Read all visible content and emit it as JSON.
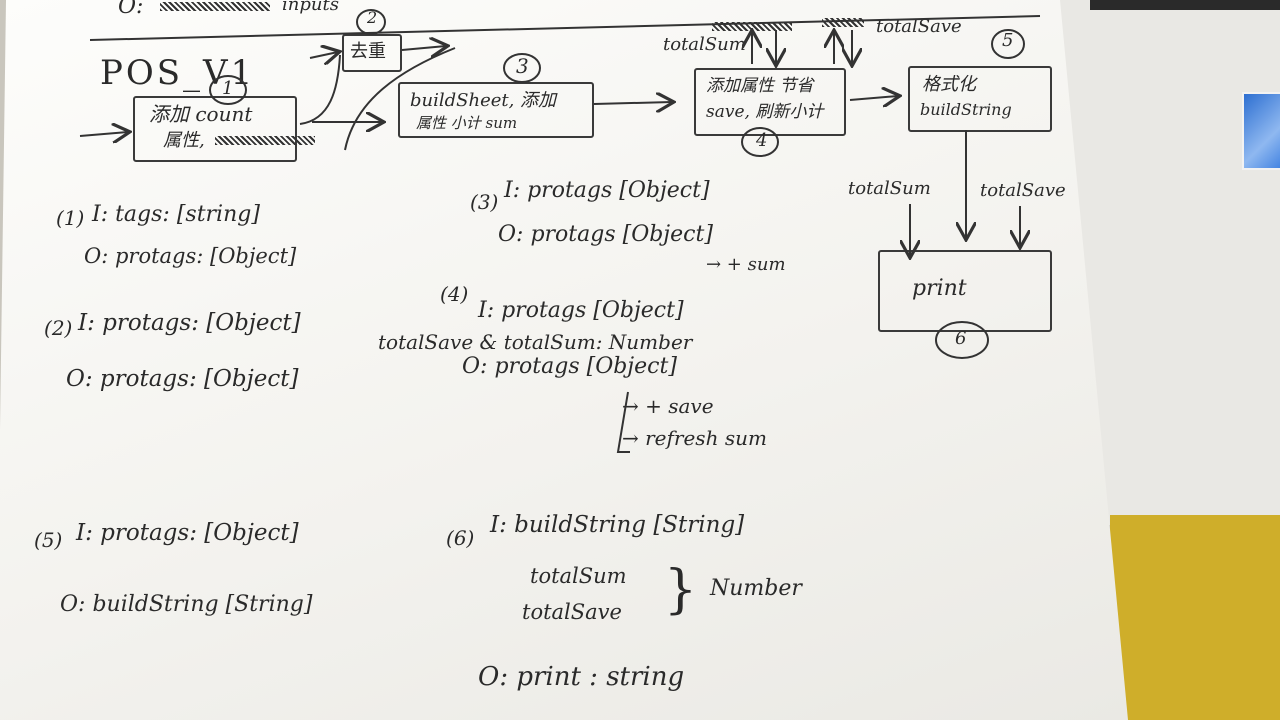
{
  "top_fragment": "O:",
  "top_fragment_right": "inputs",
  "title": "POS_V1",
  "boxes": [
    {
      "id": "box1",
      "line1": "添加 count",
      "line2": "属性,",
      "num": "1"
    },
    {
      "id": "box2",
      "line1": "去重",
      "num": "2"
    },
    {
      "id": "box3",
      "line1": "buildSheet, 添加",
      "line2": "属性 小计 sum",
      "num": "3"
    },
    {
      "id": "box4",
      "line1": "添加属性 节省",
      "line2": "save, 刷新小计",
      "num": "4"
    },
    {
      "id": "box5",
      "line1": "格式化",
      "line2": "buildString",
      "num": "5"
    },
    {
      "id": "box6",
      "line1": "print",
      "num": "6"
    }
  ],
  "labels": {
    "total_sum_top": "totalSum",
    "total_save_top": "totalSave",
    "total_sum_right": "totalSum",
    "total_save_right": "totalSave"
  },
  "notes": {
    "n1_num": "1",
    "n1_i": "I: tags: [string]",
    "n1_o": "O: protags: [Object]",
    "n2_num": "2",
    "n2_i": "I: protags: [Object]",
    "n2_o": "O: protags: [Object]",
    "n3_num": "3",
    "n3_i": "I: protags [Object]",
    "n3_o": "O: protags [Object]",
    "n3_sub": "→ + sum",
    "n4_num": "4",
    "n4_i": "I: protags [Object]",
    "n4_i2": "totalSave & totalSum: Number",
    "n4_o": "O: protags [Object]",
    "n4_sub1": "→ + save",
    "n4_sub2": "→ refresh sum",
    "n5_num": "5",
    "n5_i": "I: protags: [Object]",
    "n5_o": "O: buildString [String]",
    "n6_num": "6",
    "n6_i": "I: buildString [String]",
    "n6_a": "totalSum",
    "n6_b": "totalSave",
    "n6_type": "Number",
    "n6_o": "O: print : string"
  },
  "colors": {
    "ink": "#2a2a2a",
    "paper": "#f7f7f4",
    "laptop": "#e9e8e4",
    "yellow": "#cfae2a"
  }
}
